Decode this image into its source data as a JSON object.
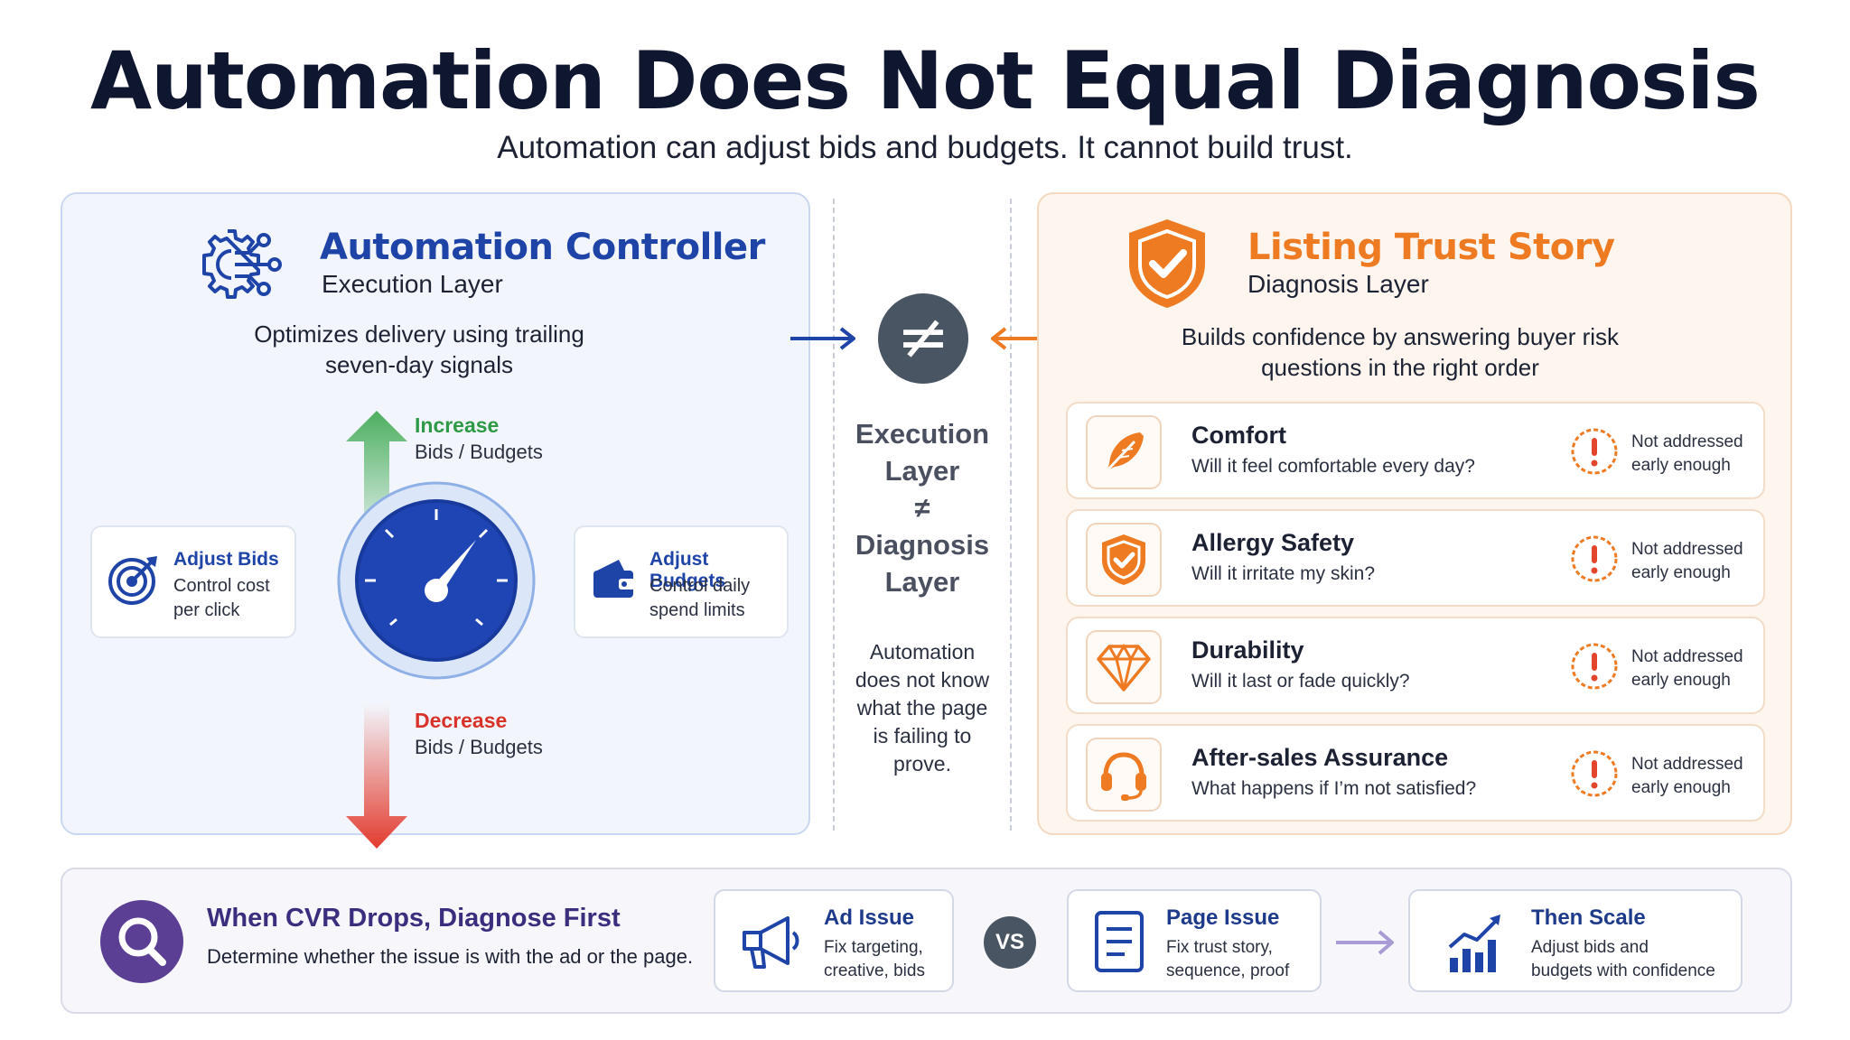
{
  "header": {
    "title": "Automation Does Not Equal Diagnosis",
    "subtitle": "Automation can adjust bids and budgets. It cannot build trust."
  },
  "left": {
    "title": "Automation Controller",
    "layer": "Execution Layer",
    "description_line1": "Optimizes delivery using trailing",
    "description_line2": "seven-day signals",
    "increase_label": "Increase",
    "increase_sub": "Bids / Budgets",
    "decrease_label": "Decrease",
    "decrease_sub": "Bids / Budgets",
    "adjust_bids": {
      "title": "Adjust Bids",
      "line1": "Control cost",
      "line2": "per click"
    },
    "adjust_budgets": {
      "title": "Adjust Budgets",
      "line1": "Control daily",
      "line2": "spend limits"
    }
  },
  "middle": {
    "symbol": "≠",
    "line1": "Execution",
    "line2": "Layer",
    "line3": "≠",
    "line4": "Diagnosis",
    "line5": "Layer",
    "note": [
      "Automation",
      "does not know",
      "what the page",
      "is failing to",
      "prove."
    ]
  },
  "right": {
    "title": "Listing Trust Story",
    "layer": "Diagnosis Layer",
    "description_line1": "Builds confidence by answering buyer risk",
    "description_line2": "questions in the right order",
    "items": [
      {
        "title": "Comfort",
        "question": "Will it feel comfortable every day?",
        "status1": "Not addressed",
        "status2": "early enough",
        "icon": "feather-icon"
      },
      {
        "title": "Allergy Safety",
        "question": "Will it irritate my skin?",
        "status1": "Not addressed",
        "status2": "early enough",
        "icon": "shield-check-icon"
      },
      {
        "title": "Durability",
        "question": "Will it last or fade quickly?",
        "status1": "Not addressed",
        "status2": "early enough",
        "icon": "diamond-icon"
      },
      {
        "title": "After-sales Assurance",
        "question": "What happens if I’m not satisfied?",
        "status1": "Not addressed",
        "status2": "early enough",
        "icon": "headset-icon"
      }
    ]
  },
  "bottom": {
    "title": "When CVR Drops, Diagnose First",
    "description": "Determine whether the issue is with the ad or the page.",
    "ad_issue": {
      "title": "Ad Issue",
      "line1": "Fix targeting,",
      "line2": "creative, bids"
    },
    "vs": "VS",
    "page_issue": {
      "title": "Page Issue",
      "line1": "Fix trust story,",
      "line2": "sequence, proof"
    },
    "then_scale": {
      "title": "Then Scale",
      "line1": "Adjust bids and",
      "line2": "budgets with confidence"
    }
  },
  "colors": {
    "blue": "#1e44a8",
    "orange": "#ee7a22",
    "green": "#3aa655",
    "red": "#e0362c",
    "purple": "#5b3f95"
  }
}
